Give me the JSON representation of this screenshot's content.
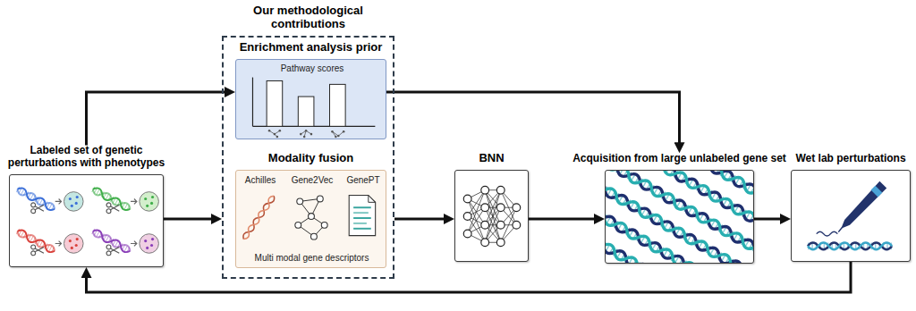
{
  "diagram": {
    "nodes": [
      {
        "text": [
          "Labeled set of genetic perturbations with phenotypes"
        ]
      },
      {
        "text": [
          "Our methodological contributions"
        ]
      },
      {
        "text": [
          "Enrichment analysis prior",
          "Pathway scores"
        ],
        "in": 1
      },
      {
        "text": [
          "Modality fusion",
          "Achilles",
          "Gene2Vec",
          "GenePT",
          "Multi modal gene descriptors"
        ],
        "in": 1
      },
      {
        "text": [
          "BNN"
        ]
      },
      {
        "text": [
          "Acquisition from large unlabeled gene set"
        ]
      },
      {
        "text": [
          "Wet lab perturbations"
        ]
      }
    ],
    "edges": [
      {
        "from": 0,
        "to": 2,
        "arrow": "to"
      },
      {
        "from": 0,
        "to": 1,
        "arrow": "to"
      },
      {
        "from": 1,
        "to": 4,
        "arrow": "to"
      },
      {
        "from": 2,
        "to": 5,
        "arrow": "to"
      },
      {
        "from": 4,
        "to": 5,
        "arrow": "to"
      },
      {
        "from": 5,
        "to": 6,
        "arrow": "to"
      },
      {
        "from": 6,
        "to": 0,
        "arrow": "to"
      }
    ]
  }
}
